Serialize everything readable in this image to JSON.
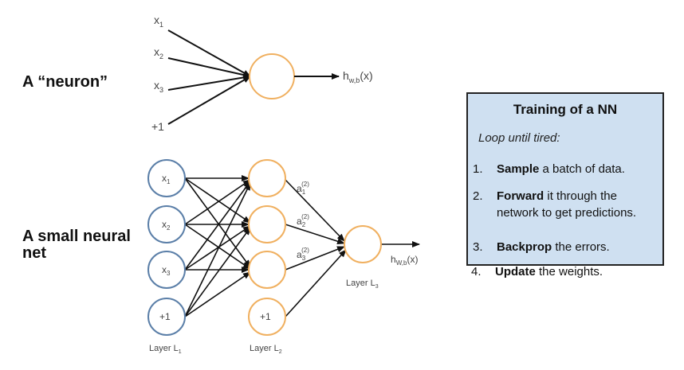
{
  "titles": {
    "neuron": "A “neuron”",
    "net": "A small neural net"
  },
  "neuron": {
    "inputs": [
      "x1",
      "x2",
      "x3",
      "+1"
    ],
    "output": "hw,b(x)"
  },
  "network": {
    "layer1_nodes": [
      "x1",
      "x2",
      "x3",
      "+1"
    ],
    "activations": [
      "a1(2)",
      "a2(2)",
      "a3(2)"
    ],
    "layer2_bias": "+1",
    "output": "hw,b(x)",
    "layer_labels": [
      "Layer L1",
      "Layer L2",
      "Layer L3"
    ]
  },
  "training_box": {
    "title": "Training of a NN",
    "subtitle": "Loop until tired:",
    "steps": [
      {
        "num": "1.",
        "bold": "Sample",
        "rest": " a batch of data."
      },
      {
        "num": "2.",
        "bold": "Forward",
        "rest": " it through the network to get predictions."
      },
      {
        "num": "3.",
        "bold": "Backprop",
        "rest": " the errors."
      },
      {
        "num": "4.",
        "bold": "Update",
        "rest": " the weights."
      }
    ]
  },
  "colors": {
    "neuron_orange": "#f0b060",
    "input_blue": "#5b7fa8",
    "box_fill": "#cfe0f1"
  }
}
